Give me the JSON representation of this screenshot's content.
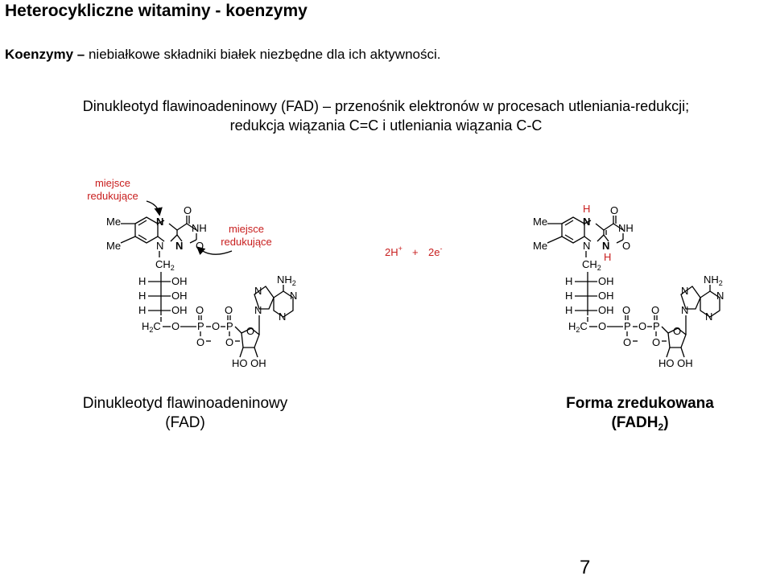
{
  "title": "Heterocykliczne witaminy - koenzymy",
  "subtitle": {
    "term": "Koenzymy",
    "dash": "–",
    "rest": "niebiałkowe składniki białek niezbędne dla ich aktywności."
  },
  "description": {
    "line1": "Dinukleotyd flawinoadeninowy (FAD) – przenośnik elektronów w procesach utleniania-redukcji;",
    "line2": "redukcja wiązania C=C i utleniania wiązania C-C"
  },
  "annotations": {
    "site1_line1": "miejsce",
    "site1_line2": "redukujące",
    "site2_line1": "miejsce",
    "site2_line2": "redukujące"
  },
  "reaction": {
    "reagent1": "2H",
    "reagent1_sup": "+",
    "plus": "+",
    "reagent2": "2e",
    "reagent2_sup": "-"
  },
  "atoms": {
    "me": "Me",
    "n": "N",
    "nh": "NH",
    "o": "O",
    "h": "H",
    "oh": "OH",
    "ch": "CH",
    "two": "2",
    "p": "P",
    "nh2": "NH",
    "hooh": "HO OH",
    "c": "C"
  },
  "captions": {
    "fad_line1": "Dinukleotyd flawinoadeninowy",
    "fad_line2": "(FAD)",
    "fadh_line1": "Forma zredukowana",
    "fadh_line2_pre": "(FADH",
    "fadh_line2_sub": "2",
    "fadh_line2_post": ")"
  },
  "page_number": "7",
  "colors": {
    "nitrogen_highlight": "#1a28c8",
    "annotation": "#c81e1e"
  }
}
